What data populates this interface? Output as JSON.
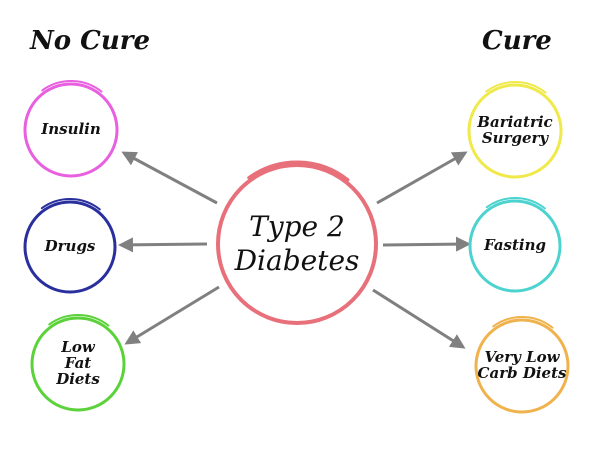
{
  "headings": {
    "left": "No Cure",
    "right": "Cure"
  },
  "center": {
    "lines": [
      "Type 2",
      "Diabetes"
    ],
    "color": "#e8707a"
  },
  "left_nodes": [
    {
      "lines": [
        "Insulin"
      ],
      "color": "#e85fe0"
    },
    {
      "lines": [
        "Drugs"
      ],
      "color": "#2a2f9e"
    },
    {
      "lines": [
        "Low",
        "Fat",
        "Diets"
      ],
      "color": "#5cd23a"
    }
  ],
  "right_nodes": [
    {
      "lines": [
        "Bariatric",
        "Surgery"
      ],
      "color": "#efe94a"
    },
    {
      "lines": [
        "Fasting"
      ],
      "color": "#4cd3cf"
    },
    {
      "lines": [
        "Very Low",
        "Carb Diets"
      ],
      "color": "#efb24d"
    }
  ],
  "arrow_color": "#808080"
}
